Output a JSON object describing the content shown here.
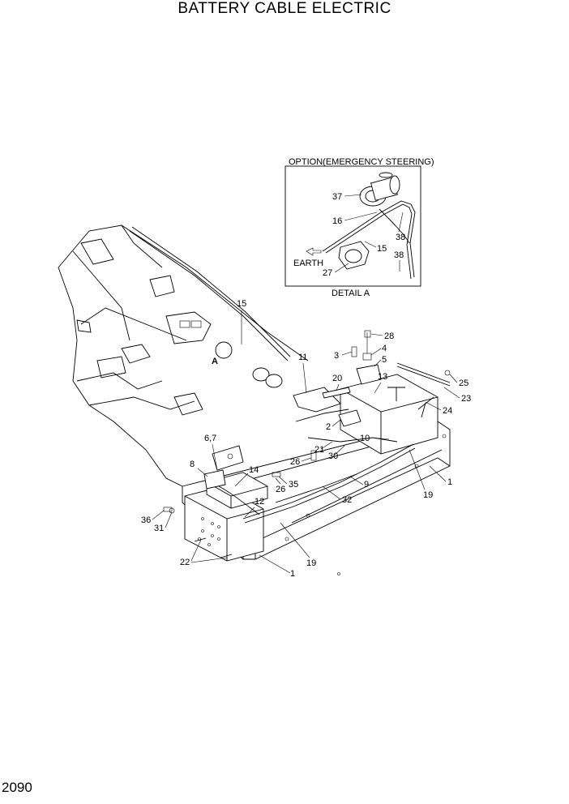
{
  "title": "BATTERY CABLE ELECTRIC",
  "page_number": "2090",
  "detail_box": {
    "heading": "OPTION(EMERGENCY STEERING)",
    "caption": "DETAIL A",
    "earth_label": "EARTH",
    "callouts": [
      "37",
      "16",
      "38",
      "15",
      "38",
      "27"
    ]
  },
  "detail_marker": "A",
  "callouts": [
    "15",
    "11",
    "28",
    "3",
    "4",
    "5",
    "13",
    "20",
    "25",
    "23",
    "24",
    "2",
    "10",
    "21",
    "26",
    "30",
    "9",
    "1",
    "19",
    "6,7",
    "8",
    "14",
    "35",
    "26",
    "12",
    "32",
    "36",
    "31",
    "22",
    "19",
    "1"
  ]
}
